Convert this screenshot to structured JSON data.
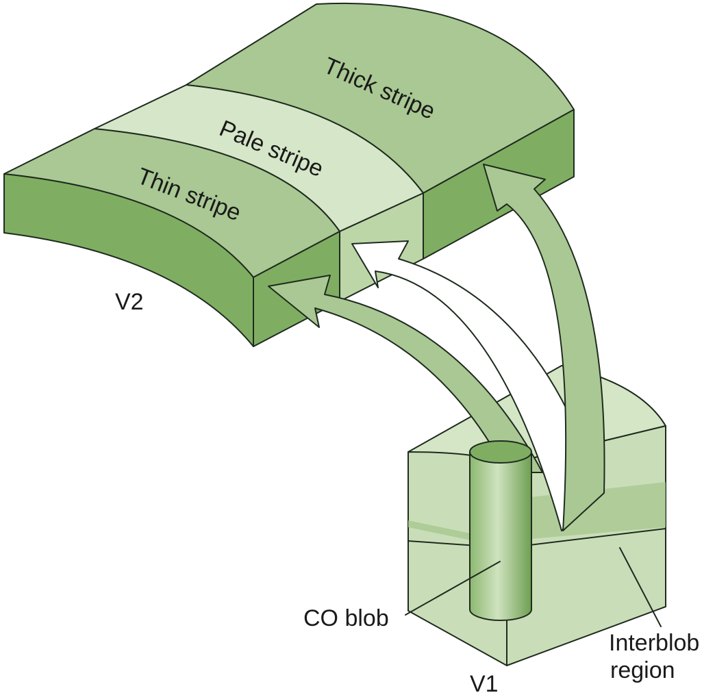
{
  "labels": {
    "thick_stripe": "Thick stripe",
    "pale_stripe": "Pale stripe",
    "thin_stripe": "Thin stripe",
    "v2": "V2",
    "v1": "V1",
    "co_blob": "CO blob",
    "interblob_line1": "Interblob",
    "interblob_line2": "region"
  },
  "colors": {
    "dark_green": "#7fae62",
    "mid_green": "#a9c893",
    "pale_green": "#d6e6c8",
    "block_face": "#c9deb8",
    "outline": "#1e2a1e"
  }
}
